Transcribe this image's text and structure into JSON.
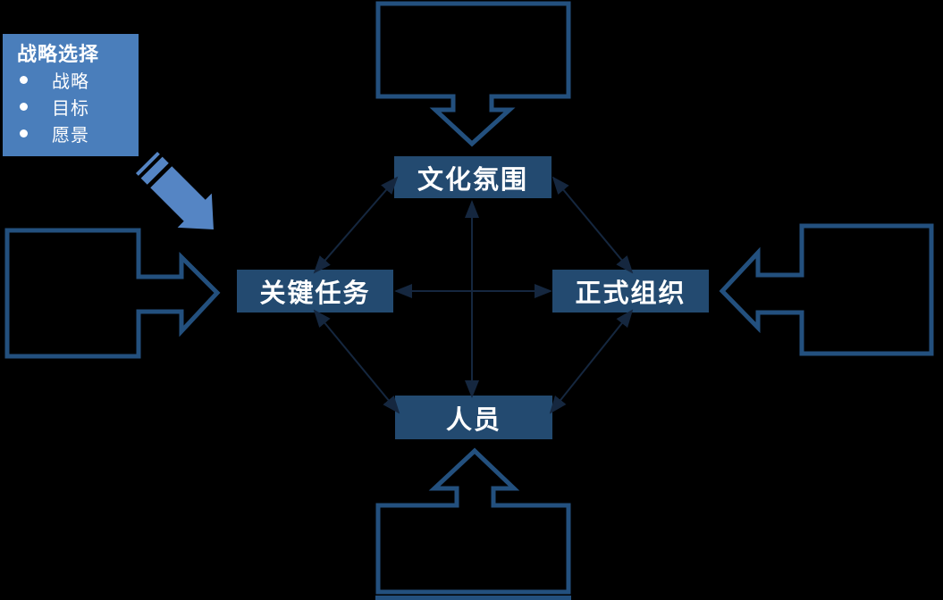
{
  "diagram": {
    "title_semantic": "strategy-organization-alignment-diagram",
    "colors": {
      "background": "#000000",
      "panel_light_blue": "#4A7EBB",
      "striped_arrow_blue": "#5585C4",
      "label_fill_navy": "#234A70",
      "outline_stroke_blue": "#23507E",
      "connector_dark_navy": "#15273F",
      "text_white": "#FFFFFF"
    },
    "strategy_panel": {
      "title": "战略选择",
      "bullets": [
        "战略",
        "目标",
        "愿景"
      ]
    },
    "nodes": {
      "culture": {
        "label": "文化氛围"
      },
      "key_tasks": {
        "label": "关键任务"
      },
      "formal_org": {
        "label": "正式组织"
      },
      "people": {
        "label": "人员"
      }
    },
    "icons": {
      "striped_diagonal_arrow": "striped arrow pointing down-right (pencil-like)",
      "down_arrow_callout": "empty box with down arrow into 文化氛围",
      "right_arrow_callout": "empty box with right arrow into 关键任务",
      "left_arrow_callout": "empty box with left arrow into 正式组织",
      "up_arrow_callout": "empty box with up arrow into 人员",
      "bullet_dot": "white filled circle"
    }
  }
}
